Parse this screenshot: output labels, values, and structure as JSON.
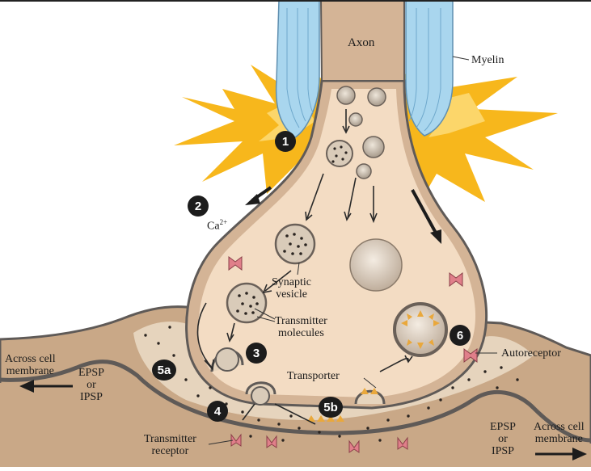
{
  "labels": {
    "axon": "Axon",
    "myelin": "Myelin",
    "calcium": "Ca",
    "calcium_charge": "2+",
    "synaptic_vesicle_1": "Synaptic",
    "synaptic_vesicle_2": "vesicle",
    "transmitter_molecules_1": "Transmitter",
    "transmitter_molecules_2": "molecules",
    "across_left_1": "Across cell",
    "across_left_2": "membrane",
    "epsp_left_1": "EPSP",
    "epsp_left_2": "or",
    "epsp_left_3": "IPSP",
    "transporter": "Transporter",
    "autoreceptor": "Autoreceptor",
    "transmitter_receptor_1": "Transmitter",
    "transmitter_receptor_2": "receptor",
    "epsp_right_1": "EPSP",
    "epsp_right_2": "or",
    "epsp_right_3": "IPSP",
    "across_right_1": "Across cell",
    "across_right_2": "membrane"
  },
  "steps": {
    "s1": "1",
    "s2": "2",
    "s3": "3",
    "s4": "4",
    "s5a": "5a",
    "s5b": "5b",
    "s6": "6"
  },
  "colors": {
    "membrane": "#5f5a57",
    "axon_fill": "#d4b496",
    "cytoplasm": "#f3dcc3",
    "cleft": "#e6d4bd",
    "postsynaptic": "#c9a887",
    "myelin": "#a9d6ee",
    "burst": "#f7b71c",
    "receptor": "#e07f8a",
    "transporter": "#e9a83c",
    "badge": "#1c1c1c"
  }
}
